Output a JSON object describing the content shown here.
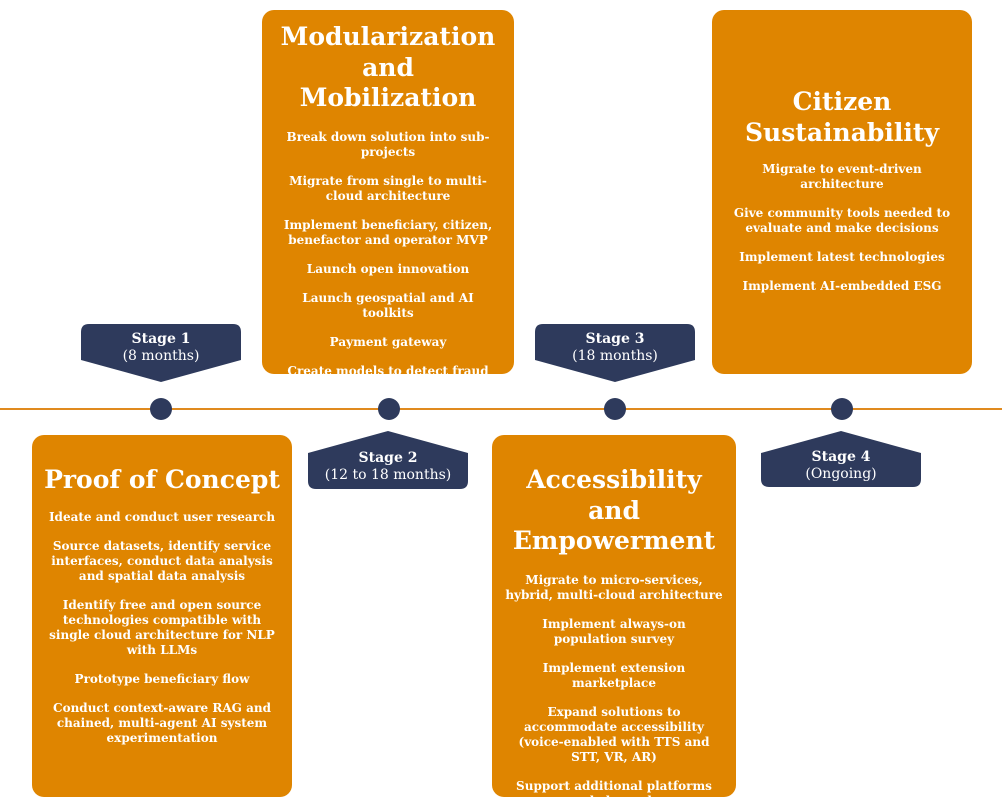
{
  "colors": {
    "accent": "#df8500",
    "navy": "#2e3a5c",
    "line": "#e08a1e"
  },
  "stages": [
    {
      "label": "Stage 1",
      "duration": "(8 months)"
    },
    {
      "label": "Stage 2",
      "duration": "(12 to 18 months)"
    },
    {
      "label": "Stage 3",
      "duration": "(18 months)"
    },
    {
      "label": "Stage 4",
      "duration": "(Ongoing)"
    }
  ],
  "cards": [
    {
      "title": "Proof of Concept",
      "items": [
        "Ideate and conduct user research",
        "Source datasets, identify service interfaces, conduct data analysis and spatial data analysis",
        "Identify free and open source technologies compatible with single cloud architecture for NLP with LLMs",
        "Prototype beneficiary flow",
        "Conduct context-aware RAG and chained, multi-agent AI system experimentation"
      ]
    },
    {
      "title": "Modularization and Mobilization",
      "items": [
        "Break down solution into sub-projects",
        "Migrate from single to multi-cloud architecture",
        "Implement beneficiary, citizen, benefactor and operator MVP",
        "Launch open innovation",
        "Launch geospatial and AI toolkits",
        "Payment gateway",
        "Create models to detect fraud and invalid requests for help"
      ]
    },
    {
      "title": "Accessibility and Empowerment",
      "items": [
        "Migrate to micro-services, hybrid, multi-cloud architecture",
        "Implement always-on population survey",
        "Implement extension marketplace",
        "Expand solutions to accommodate accessibility (voice-enabled with TTS and STT, VR, AR)",
        "Support additional platforms and channels"
      ]
    },
    {
      "title": "Citizen Sustainability",
      "items": [
        "Migrate to event-driven architecture",
        "Give community tools needed to evaluate and make decisions",
        "Implement latest technologies",
        "Implement AI-embedded ESG"
      ]
    }
  ]
}
